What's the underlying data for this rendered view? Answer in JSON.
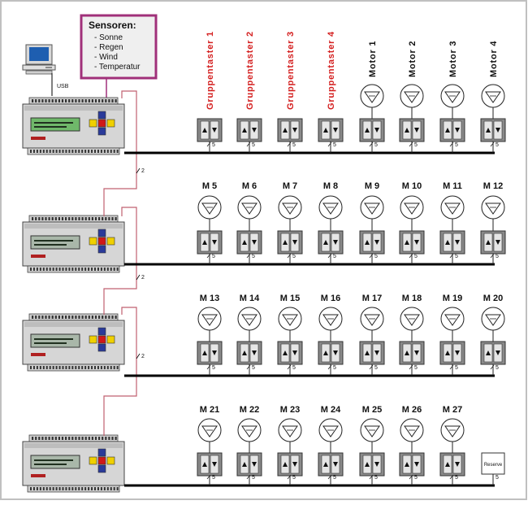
{
  "sensors": {
    "title": "Sensoren:",
    "items": [
      "- Sonne",
      "- Regen",
      "- Wind",
      "- Temperatur"
    ]
  },
  "usb_label": "USB",
  "bus_label": "2",
  "cable_label": "5",
  "reserve_label": "Reserve",
  "rows": [
    {
      "labels": [
        "Gruppentaster 1",
        "Gruppentaster 2",
        "Gruppentaster 3",
        "Gruppentaster 4",
        "Motor 1",
        "Motor 2",
        "Motor 3",
        "Motor 4"
      ],
      "motor": [
        false,
        false,
        false,
        false,
        true,
        true,
        true,
        true
      ],
      "label_color": [
        "red",
        "red",
        "red",
        "red",
        "black",
        "black",
        "black",
        "black"
      ]
    },
    {
      "labels": [
        "M 5",
        "M 6",
        "M 7",
        "M 8",
        "M 9",
        "M 10",
        "M 11",
        "M 12"
      ],
      "motor": [
        true,
        true,
        true,
        true,
        true,
        true,
        true,
        true
      ]
    },
    {
      "labels": [
        "M 13",
        "M 14",
        "M 15",
        "M 16",
        "M 17",
        "M 18",
        "M 19",
        "M 20"
      ],
      "motor": [
        true,
        true,
        true,
        true,
        true,
        true,
        true,
        true
      ]
    },
    {
      "labels": [
        "M 21",
        "M 22",
        "M 23",
        "M 24",
        "M 25",
        "M 26",
        "M 27"
      ],
      "motor": [
        true,
        true,
        true,
        true,
        true,
        true,
        true
      ],
      "reserve": true
    }
  ],
  "colors": {
    "frame": "#c0c0c0",
    "bus_wire": "#c06070",
    "sensor_border": "#a0307a",
    "display": "#6fb86a",
    "button_red": "#d01818",
    "button_yellow": "#f0d000",
    "button_blue": "#2a3a9a",
    "label_red": "#d42020"
  }
}
